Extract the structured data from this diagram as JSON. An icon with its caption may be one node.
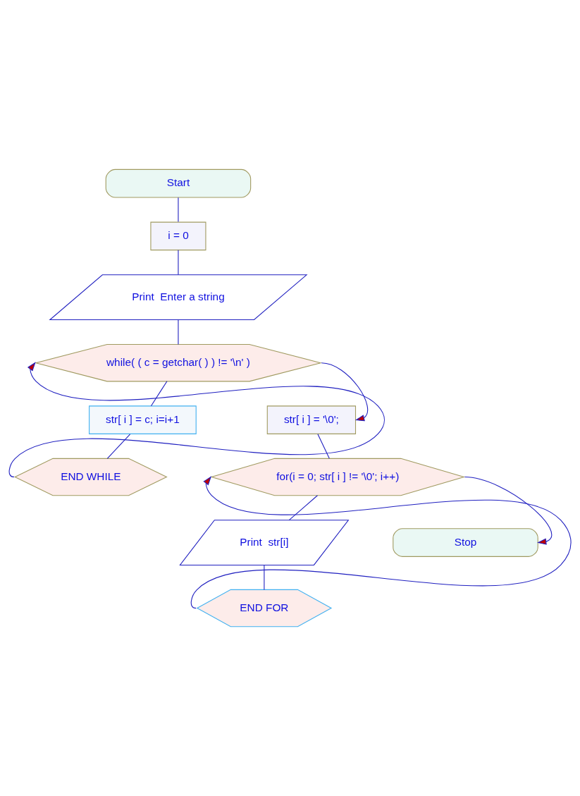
{
  "diagram": {
    "nodes": [
      {
        "text": [
          "Start"
        ]
      },
      {
        "text": [
          "i = 0"
        ]
      },
      {
        "text": [
          "Print  Enter a string"
        ]
      },
      {
        "text": [
          "while( ( c = getchar( ) ) != '\\n' )"
        ]
      },
      {
        "text": [
          "str[ i ] = c; i=i+1"
        ]
      },
      {
        "text": [
          "END WHILE"
        ]
      },
      {
        "text": [
          "str[ i ] = '\\0';"
        ]
      },
      {
        "text": [
          "for(i = 0; str[ i ] != '\\0'; i++)"
        ]
      },
      {
        "text": [
          "Print  str[i]"
        ]
      },
      {
        "text": [
          "END FOR"
        ]
      },
      {
        "text": [
          "Stop"
        ]
      }
    ],
    "edges": [
      {
        "from": 0,
        "to": 1,
        "arrow": "none"
      },
      {
        "from": 1,
        "to": 2,
        "arrow": "none"
      },
      {
        "from": 2,
        "to": 3,
        "arrow": "none"
      },
      {
        "from": 3,
        "to": 4,
        "arrow": "none"
      },
      {
        "from": 4,
        "to": 5,
        "arrow": "none"
      },
      {
        "from": 5,
        "to": 3,
        "arrow": "to"
      },
      {
        "from": 3,
        "to": 6,
        "arrow": "to"
      },
      {
        "from": 6,
        "to": 7,
        "arrow": "none"
      },
      {
        "from": 7,
        "to": 8,
        "arrow": "none"
      },
      {
        "from": 8,
        "to": 9,
        "arrow": "none"
      },
      {
        "from": 9,
        "to": 7,
        "arrow": "to"
      },
      {
        "from": 7,
        "to": 10,
        "arrow": "to"
      }
    ]
  }
}
